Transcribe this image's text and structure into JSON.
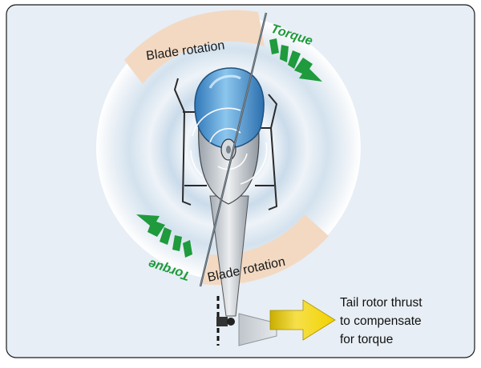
{
  "labels": {
    "blade_rotation_top": "Blade rotation",
    "blade_rotation_bottom": "Blade rotation",
    "torque_top": "Torque",
    "torque_bottom": "Torque",
    "tail_rotor_line1": "Tail rotor thrust",
    "tail_rotor_line2": "to compensate",
    "tail_rotor_line3": "for torque"
  },
  "colors": {
    "background_panel": "#e7eef5",
    "rotor_disk": "#cfe0ee",
    "blade_band": "#f3d9c2",
    "torque_green": "#1f9a3c",
    "thrust_yellow": "#f2d200",
    "cockpit_blue": "#5aa6dc",
    "fuselage_gray": "#c9ced3"
  },
  "icons": {
    "torque_arrow": "green-dashed-arrow",
    "thrust_arrow": "yellow-block-arrow"
  }
}
